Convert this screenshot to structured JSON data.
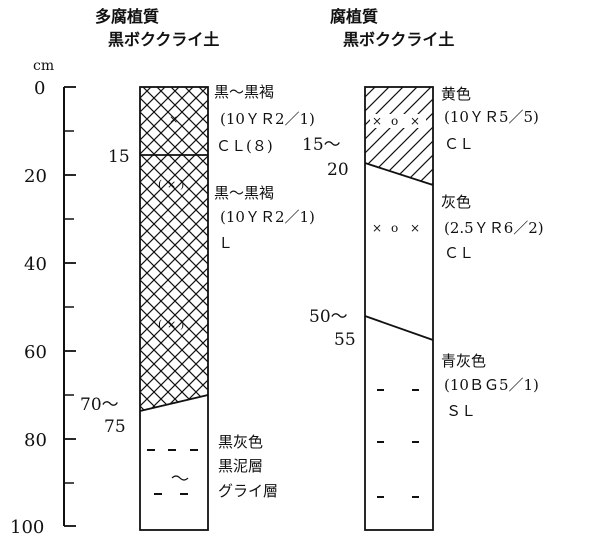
{
  "profiles": [
    {
      "title_line1": "多腐植質",
      "title_line2": "黒ボククライ土",
      "boundaries": [
        "15",
        "70〜",
        "75"
      ],
      "horizons": [
        {
          "color": "黒〜黒褐",
          "munsell": "(10ＹＲ2／1)",
          "texture": "ＣＬ(８)"
        },
        {
          "color": "黒〜黒褐",
          "munsell": "(10ＹＲ2／1)",
          "texture": "Ｌ"
        },
        {
          "color": "黒灰色",
          "munsell": "黒泥層",
          "texture": "グライ層"
        }
      ]
    },
    {
      "title_line1": "腐植質",
      "title_line2": "黒ボククライ土",
      "boundaries": [
        "15〜",
        "20",
        "50〜",
        "55"
      ],
      "horizons": [
        {
          "color": "黄色",
          "munsell": "(10ＹＲ5／5)",
          "texture": "ＣＬ"
        },
        {
          "color": "灰色",
          "munsell": "(2.5ＹＲ6／2)",
          "texture": "ＣＬ"
        },
        {
          "color": "青灰色",
          "munsell": "(10ＢＧ5／1)",
          "texture": "ＳＬ"
        }
      ]
    }
  ],
  "depth_axis": {
    "unit": "cm",
    "ticks": [
      "0",
      "20",
      "40",
      "60",
      "80",
      "100"
    ]
  }
}
